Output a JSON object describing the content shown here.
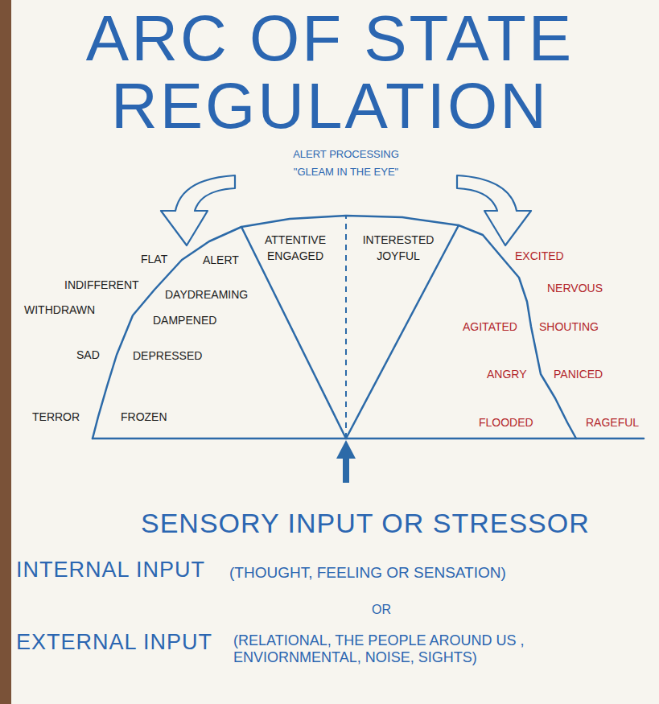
{
  "diagram": {
    "title": "ARC OF STATE REGULATION",
    "nodes": [
      {
        "text": [
          "ALERT",
          "DAYDREAMING",
          "DAMPENED",
          "DEPRESSED",
          "FROZEN"
        ]
      },
      {
        "text": [
          "ATTENTIVE ENGAGED",
          "INTERESTED JOYFUL"
        ]
      },
      {
        "text": [
          "AGITATED",
          "ANGRY",
          "FLOODED"
        ]
      }
    ],
    "labels": [
      "ALERT PROCESSING",
      "\"GLEAM IN THE EYE\"",
      "FLAT",
      "INDIFFERENT",
      "WITHDRAWN",
      "SAD",
      "TERROR",
      "EXCITED",
      "NERVOUS",
      "SHOUTING",
      "PANICED",
      "RAGEFUL",
      "SENSORY INPUT OR STRESSOR",
      "INTERNAL INPUT",
      "(THOUGHT, FEELING OR SENSATION)",
      "OR",
      "EXTERNAL INPUT",
      "(RELATIONAL, THE PEOPLE AROUND US , ENVIORNMENTAL, NOISE, SIGHTS)"
    ]
  }
}
